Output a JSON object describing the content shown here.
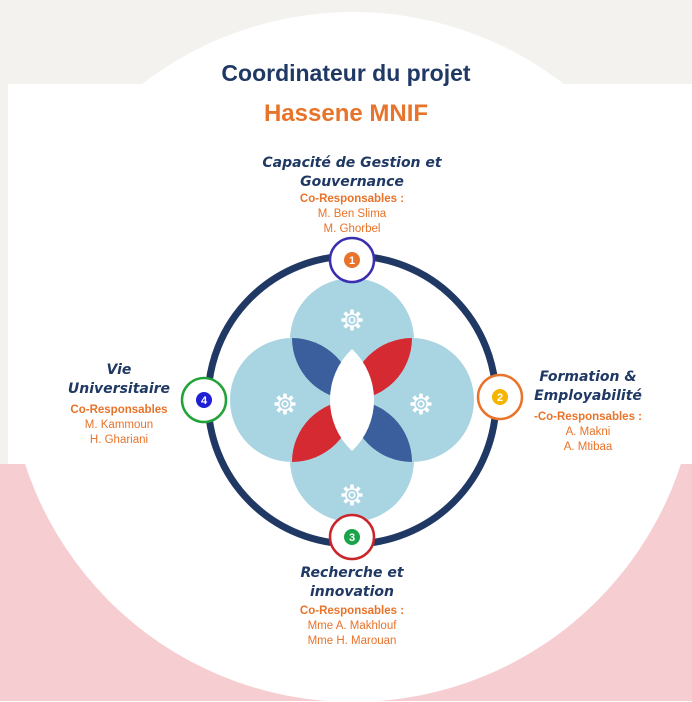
{
  "header": {
    "title": "Coordinateur du projet",
    "coordinator": "Hassene MNIF"
  },
  "axes": [
    {
      "number": "1",
      "title_line1": "Capacité de Gestion et",
      "title_line2": "Gouvernance",
      "co_label": "Co-Responsables :",
      "members": [
        "M. Ben Slima",
        "M. Ghorbel"
      ],
      "color": "#e8732a"
    },
    {
      "number": "2",
      "title_line1": "Formation &",
      "title_line2": "Employabilité",
      "co_label": "-Co-Responsables :",
      "members": [
        "A. Makni",
        "A. Mtibaa"
      ],
      "color": "#f5b400"
    },
    {
      "number": "3",
      "title_line1": "Recherche et",
      "title_line2": "innovation",
      "co_label": "Co-Responsables :",
      "members": [
        "Mme A. Makhlouf",
        "Mme H. Marouan"
      ],
      "color": "#1aa34a"
    },
    {
      "number": "4",
      "title_line1": "Vie",
      "title_line2": "Universitaire",
      "co_label": "Co-Responsables",
      "members": [
        "M. Kammoun",
        "H. Ghariani"
      ],
      "color": "#1f1fd6"
    }
  ],
  "colors": {
    "navy": "#1f3864",
    "orange": "#e8732a",
    "light_blue": "#a9d4e2",
    "petal_blue": "#3a5f9c",
    "petal_red": "#d62a32",
    "node1_ring": "#3a2fb0",
    "node2_ring": "#e8732a",
    "node3_ring": "#c9262c",
    "node4_ring": "#22a33a"
  },
  "icons": [
    "gear-icon",
    "gear-icon",
    "gear-icon",
    "gear-icon"
  ]
}
